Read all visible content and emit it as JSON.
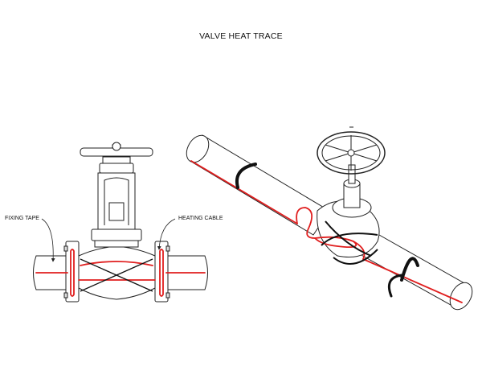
{
  "title": "VALVE HEAT TRACE",
  "labels": {
    "fixing_tape": "FIXING TAPE",
    "heating_cable": "HEATING CABLE"
  },
  "colors": {
    "line": "#222222",
    "heating_cable": "#e01e1e",
    "tape": "#111111"
  }
}
